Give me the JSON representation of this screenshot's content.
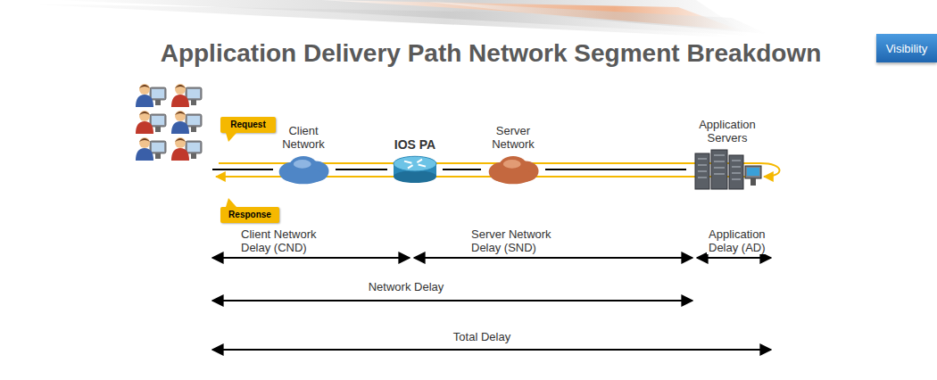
{
  "diagram": {
    "title": "Application Delivery Path Network Segment Breakdown",
    "nodes": [
      {
        "text": [
          "Visibility"
        ]
      },
      {
        "text": [
          "Request"
        ]
      },
      {
        "text": [
          "Response"
        ]
      },
      {
        "text": [
          "Client Network"
        ]
      },
      {
        "text": [
          "IOS PA"
        ]
      },
      {
        "text": [
          "Server Network"
        ]
      },
      {
        "text": [
          "Application Servers"
        ]
      }
    ],
    "edges": [
      {
        "from": 3,
        "to": 4,
        "arrow": "none"
      },
      {
        "from": 4,
        "to": 5,
        "arrow": "none"
      },
      {
        "from": 5,
        "to": 6,
        "arrow": "none"
      }
    ],
    "labels": [
      "Client Network Delay (CND)",
      "Server Network Delay (SND)",
      "Application Delay (AD)",
      "Network Delay",
      "Total Delay"
    ]
  }
}
